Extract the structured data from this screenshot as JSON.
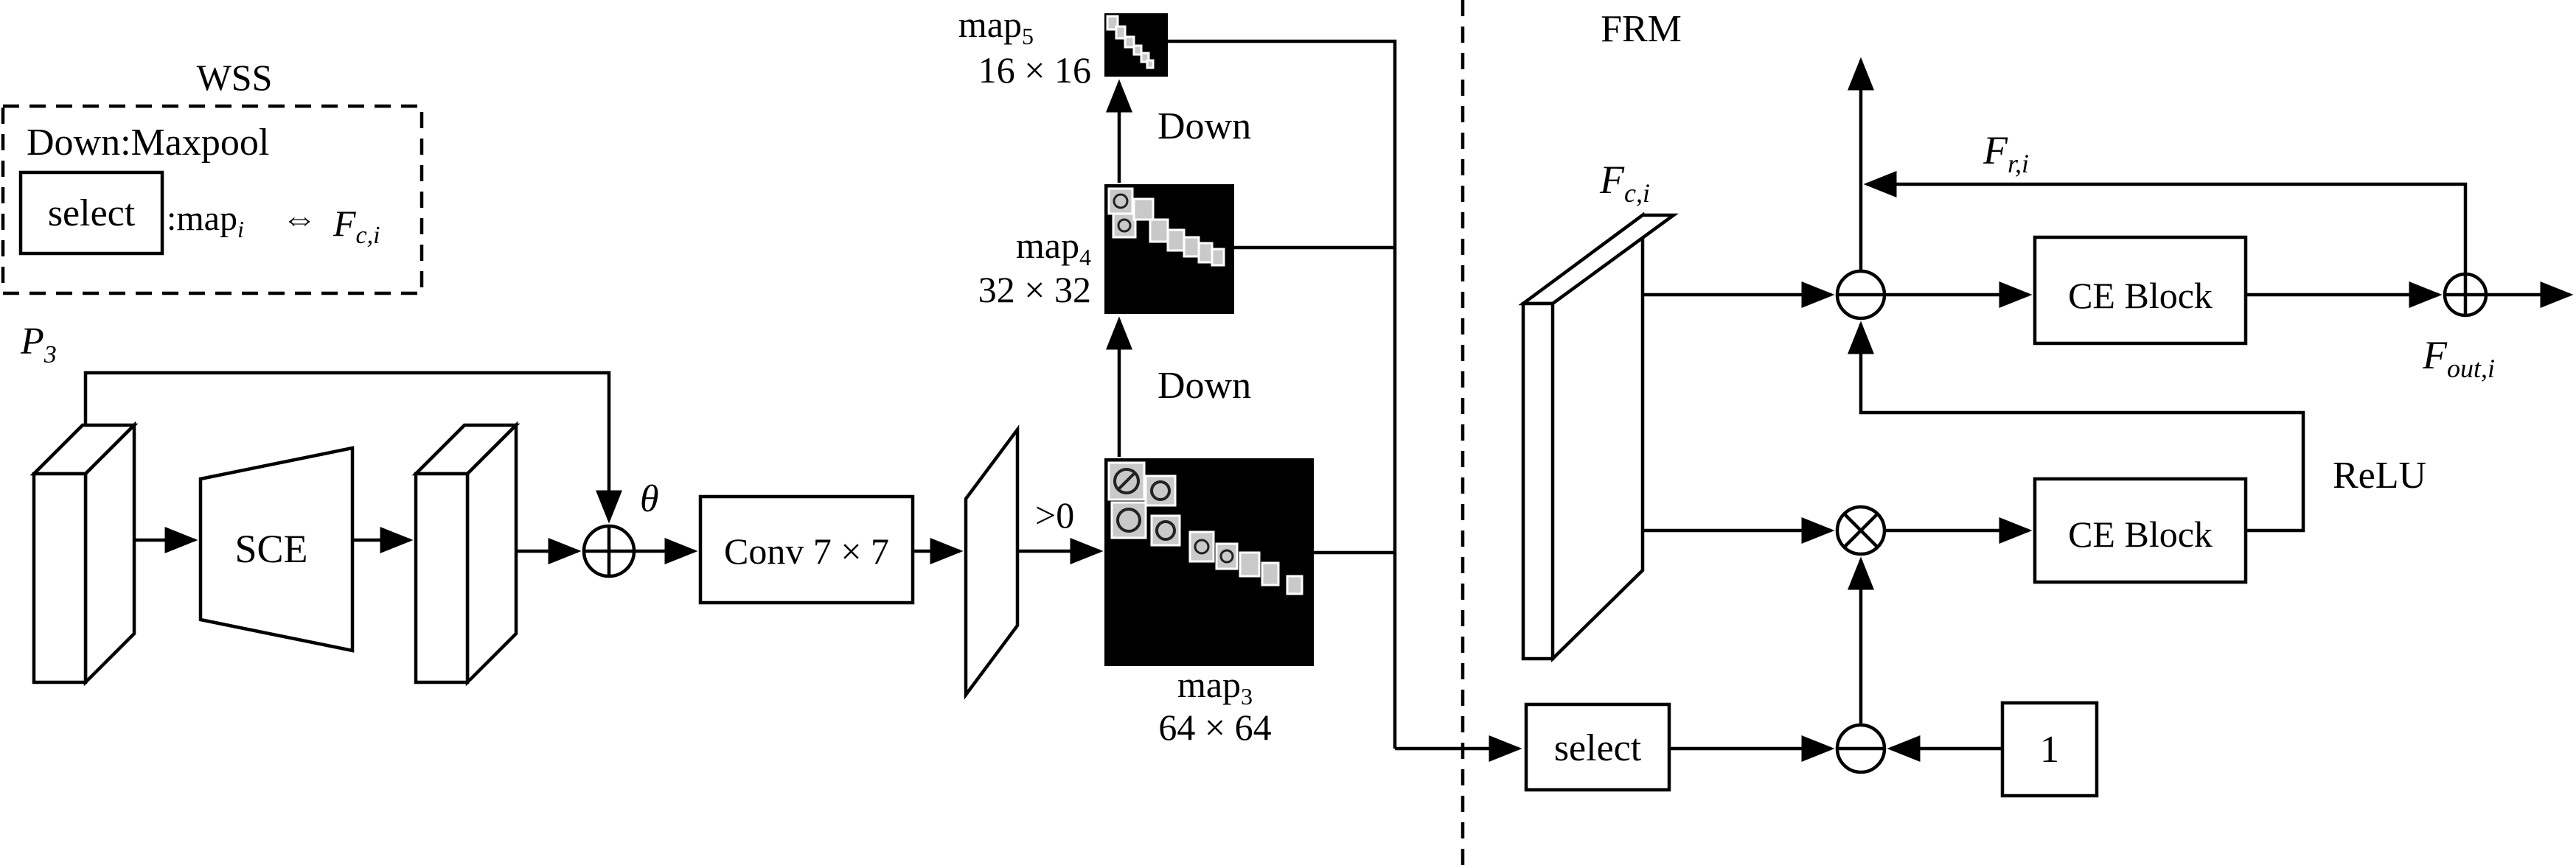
{
  "legend": {
    "title": "WSS",
    "down_text": "Down:Maxpool",
    "select_label": "select",
    "map_text": ":map",
    "map_sub": "i",
    "double_arrow": "⇔",
    "f_main": "F",
    "f_sub": "c,i"
  },
  "left": {
    "p3_main": "P",
    "p3_sub": "3",
    "sce_label": "SCE",
    "theta_label": "θ",
    "conv_label": "Conv 7 × 7",
    "gt_zero_label": ">0"
  },
  "maps": {
    "map5_main": "map",
    "map5_sub": "5",
    "map5_size": "16 × 16",
    "map4_main": "map",
    "map4_sub": "4",
    "map4_size": "32 × 32",
    "map3_main": "map",
    "map3_sub": "3",
    "map3_size": "64 × 64",
    "down_upper": "Down",
    "down_lower": "Down"
  },
  "frm": {
    "title": "FRM",
    "fc_main": "F",
    "fc_sub": "c,i",
    "fr_main": "F",
    "fr_sub": "r,i",
    "fout_main": "F",
    "fout_sub": "out,i",
    "ce_block_top": "CE Block",
    "ce_block_bottom": "CE Block",
    "relu_label": "ReLU",
    "select_label": "select",
    "one_label": "1"
  }
}
